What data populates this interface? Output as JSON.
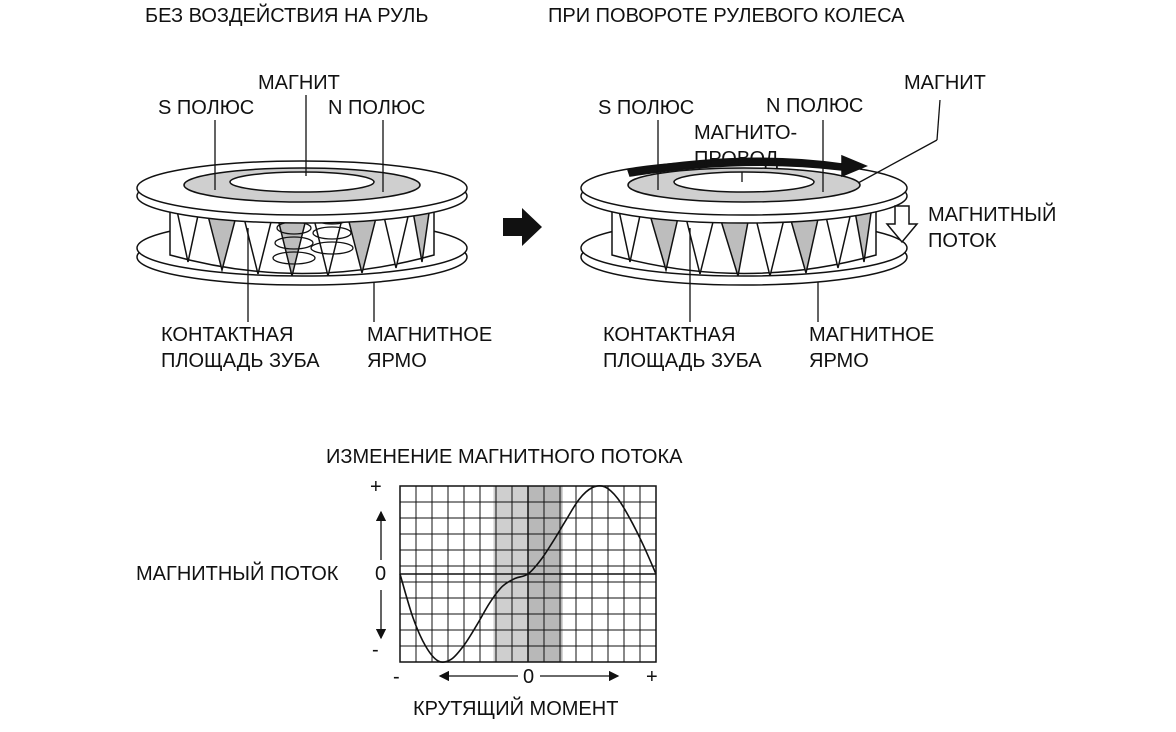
{
  "left_panel": {
    "title": "БЕЗ ВОЗДЕЙСТВИЯ НА РУЛЬ",
    "magnet": "МАГНИТ",
    "s_pole": "S ПОЛЮС",
    "n_pole": "N ПОЛЮС",
    "tooth_contact": "КОНТАКТНАЯ\nПЛОЩАДЬ ЗУБА",
    "yoke": "МАГНИТНОЕ\nЯРМО"
  },
  "right_panel": {
    "title": "ПРИ ПОВОРОТЕ РУЛЕВОГО КОЛЕСА",
    "magnet": "МАГНИТ",
    "s_pole": "S ПОЛЮС",
    "n_pole": "N ПОЛЮС",
    "conductor": "МАГНИТО-\nПРОВОД",
    "flux": "МАГНИТНЫЙ\nПОТОК",
    "tooth_contact": "КОНТАКТНАЯ\nПЛОЩАДЬ ЗУБА",
    "yoke": "МАГНИТНОЕ\nЯРМО"
  },
  "chart_data": {
    "type": "line",
    "title": "ИЗМЕНЕНИЕ МАГНИТНОГО ПОТОКА",
    "xlabel": "КРУТЯЩИЙ МОМЕНТ",
    "ylabel": "МАГНИТНЫЙ ПОТОК",
    "x_ticks": [
      "-",
      "0",
      "+"
    ],
    "y_ticks": [
      "+",
      "0",
      "-"
    ],
    "xlim": [
      -1,
      1
    ],
    "ylim": [
      -1,
      1
    ],
    "grid": true,
    "shaded_band": [
      -0.27,
      0.27
    ],
    "center_band": [
      0,
      0.27
    ],
    "series": [
      {
        "x": [
          -1,
          -0.9,
          -0.8,
          -0.7,
          -0.6,
          -0.5,
          -0.4,
          -0.3,
          -0.2,
          -0.1,
          0,
          0.1,
          0.2,
          0.3,
          0.4,
          0.5,
          0.6,
          0.7,
          0.8,
          0.9,
          1
        ],
        "values": [
          0,
          -0.49,
          -0.82,
          -0.99,
          -0.97,
          -0.81,
          -0.58,
          -0.33,
          -0.14,
          -0.05,
          0,
          0.16,
          0.38,
          0.62,
          0.85,
          0.98,
          0.99,
          0.86,
          0.62,
          0.33,
          0
        ]
      }
    ]
  }
}
